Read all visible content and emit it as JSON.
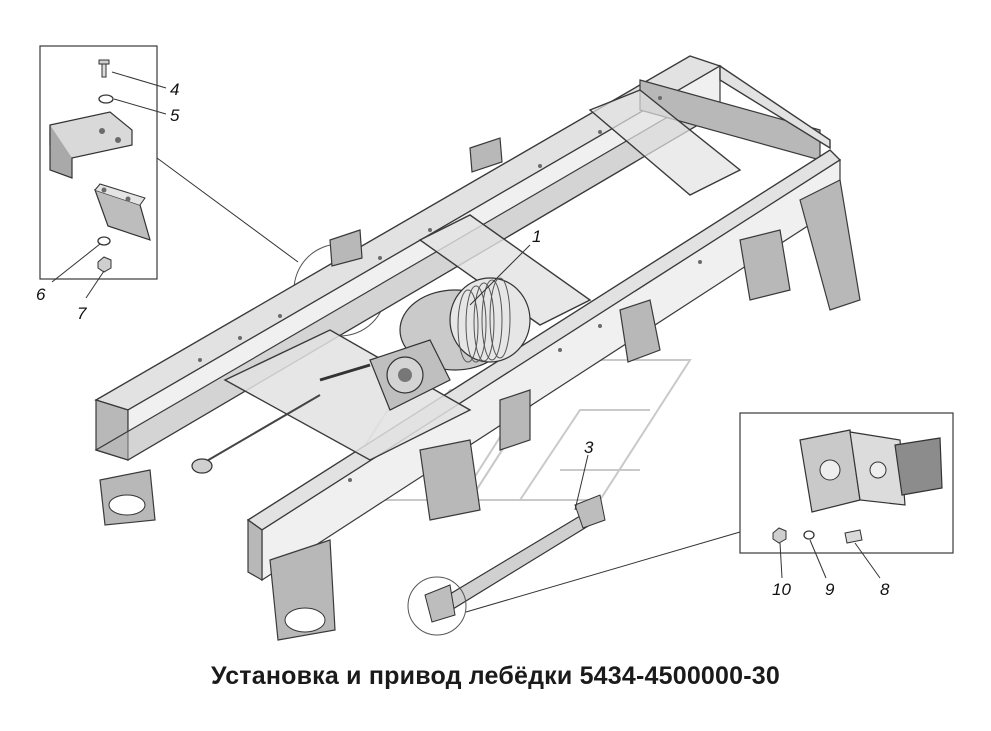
{
  "caption": "Установка и привод лебёдки 5434-4500000-30",
  "callouts": {
    "c1": "1",
    "c3": "3",
    "c4": "4",
    "c5": "5",
    "c6": "6",
    "c7": "7",
    "c8": "8",
    "c9": "9",
    "c10": "10"
  },
  "colors": {
    "line": "#3a3a3a",
    "metal": "#e2e2e2",
    "shadow": "#b8b8b8",
    "background": "#ffffff"
  }
}
